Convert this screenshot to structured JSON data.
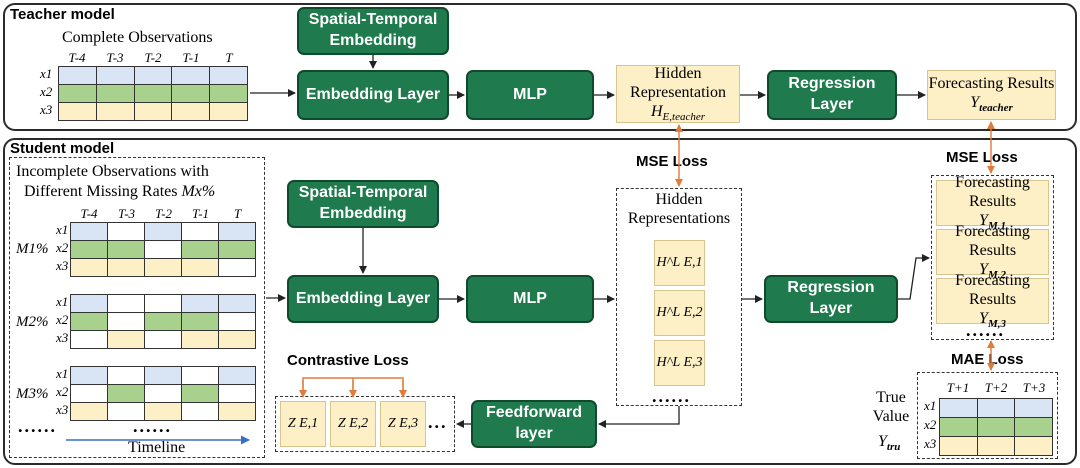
{
  "teacher": {
    "title": "Teacher model",
    "input_label": "Complete Observations",
    "time_headers": [
      "T-4",
      "T-3",
      "T-2",
      "T-1",
      "T"
    ],
    "row_labels": [
      "x1",
      "x2",
      "x3"
    ],
    "ste_label": "Spatial-Temporal Embedding",
    "embedding_label": "Embedding Layer",
    "mlp_label": "MLP",
    "hidden_label": "Hidden Representation",
    "hidden_symbol": "H",
    "hidden_sub": "E,teacher",
    "regression_label": "Regression Layer",
    "forecast_label": "Forecasting Results",
    "forecast_symbol": "Y",
    "forecast_sub": "teacher"
  },
  "student": {
    "title": "Student model",
    "input_label_line1": "Incomplete Observations with",
    "input_label_line2": "Different Missing Rates",
    "missing_symbol": "Mx%",
    "time_headers": [
      "T-4",
      "T-3",
      "T-2",
      "T-1",
      "T"
    ],
    "row_labels": [
      "x1",
      "x2",
      "x3"
    ],
    "group_labels": [
      "M1%",
      "M2%",
      "M3%"
    ],
    "ellipsis": "......",
    "timeline_label": "Timeline",
    "ste_label": "Spatial-Temporal Embedding",
    "embedding_label": "Embedding Layer",
    "mlp_label": "MLP",
    "hidden_title": "Hidden Representations",
    "hidden_items": [
      "H^L E,1",
      "H^L E,2",
      "H^L E,3"
    ],
    "regression_label": "Regression Layer",
    "forecast_items": [
      {
        "label": "Forecasting Results",
        "symbol": "Y",
        "sub": "M,1"
      },
      {
        "label": "Forecasting Results",
        "symbol": "Y",
        "sub": "M,2"
      },
      {
        "label": "Forecasting Results",
        "symbol": "Y",
        "sub": "M,3"
      }
    ],
    "feedforward_label": "Feedforward layer",
    "contrastive_items": [
      "Z E,1",
      "Z E,2",
      "Z E,3"
    ],
    "true_value_label": "True Value",
    "true_symbol": "Y",
    "true_sub": "tru",
    "future_headers": [
      "T+1",
      "T+2",
      "T+3"
    ]
  },
  "losses": {
    "mse_hidden": "MSE Loss",
    "mse_output": "MSE Loss",
    "mae": "MAE Loss",
    "contrastive": "Contrastive Loss"
  },
  "colors": {
    "green_box": "#1f7a4d",
    "yellow_box": "#fdefc6",
    "row_blue": "#d9e4f5",
    "row_green": "#a9d18e",
    "row_yellow": "#fdefc6",
    "loss_arrow": "#e07b39",
    "timeline_arrow": "#3a6fc4"
  }
}
